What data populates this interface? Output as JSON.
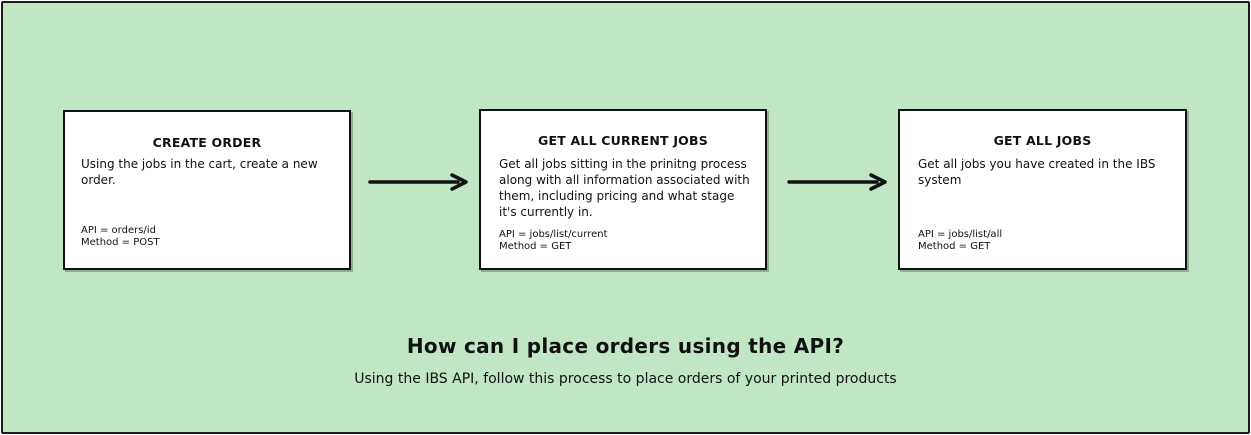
{
  "steps": [
    {
      "title": "CREATE ORDER",
      "description": "Using the jobs in the cart, create a new order.",
      "api": "API = orders/id",
      "method": "Method = POST"
    },
    {
      "title": "GET ALL CURRENT JOBS",
      "description": "Get all jobs sitting in the prinitng process along with all information associated with them, including pricing and what stage it's currently in.",
      "api": "API = jobs/list/current",
      "method": "Method = GET"
    },
    {
      "title": "GET ALL JOBS",
      "description": "Get all jobs you have created in the IBS system",
      "api": "API = jobs/list/all",
      "method": "Method = GET"
    }
  ],
  "heading": "How can I place orders using the API?",
  "subheading": "Using the IBS API, follow this process to place orders of your printed products",
  "colors": {
    "background": "#c0e6c6",
    "card": "#ffffff",
    "border": "#111111"
  }
}
